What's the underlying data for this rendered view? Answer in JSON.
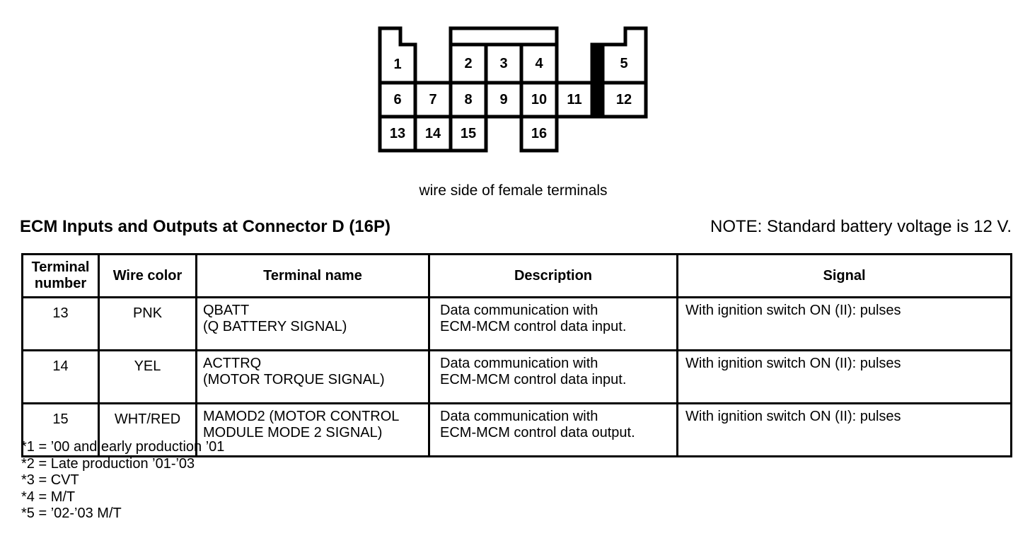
{
  "connector": {
    "labels": [
      "1",
      "2",
      "3",
      "4",
      "5",
      "6",
      "7",
      "8",
      "9",
      "10",
      "11",
      "12",
      "13",
      "14",
      "15",
      "16"
    ],
    "caption": "wire side of female terminals"
  },
  "header": {
    "title": "ECM Inputs and Outputs at Connector D (16P)",
    "note": "NOTE: Standard battery voltage is 12 V."
  },
  "table": {
    "headers": [
      "Terminal\nnumber",
      "Wire color",
      "Terminal name",
      "Description",
      "Signal"
    ],
    "rows": [
      {
        "terminal_number": "13",
        "wire_color": "PNK",
        "terminal_name": "QBATT\n(Q BATTERY SIGNAL)",
        "description": "Data communication with\nECM-MCM control data input.",
        "signal": "With ignition switch ON (II): pulses"
      },
      {
        "terminal_number": "14",
        "wire_color": "YEL",
        "terminal_name": "ACTTRQ\n(MOTOR TORQUE SIGNAL)",
        "description": "Data communication with\nECM-MCM control data input.",
        "signal": "With ignition switch ON (II): pulses"
      },
      {
        "terminal_number": "15",
        "wire_color": "WHT/RED",
        "terminal_name": "MAMOD2 (MOTOR CONTROL\nMODULE MODE 2 SIGNAL)",
        "description": "Data communication with\nECM-MCM control data output.",
        "signal": "With ignition switch ON (II): pulses"
      }
    ]
  },
  "footnotes": [
    "*1 = ’00 and early production ’01",
    "*2 = Late production ’01-’03",
    "*3 = CVT",
    "*4 = M/T",
    "*5 = ’02-’03 M/T"
  ],
  "colors": {
    "ink": "#000000",
    "paper": "#ffffff"
  }
}
